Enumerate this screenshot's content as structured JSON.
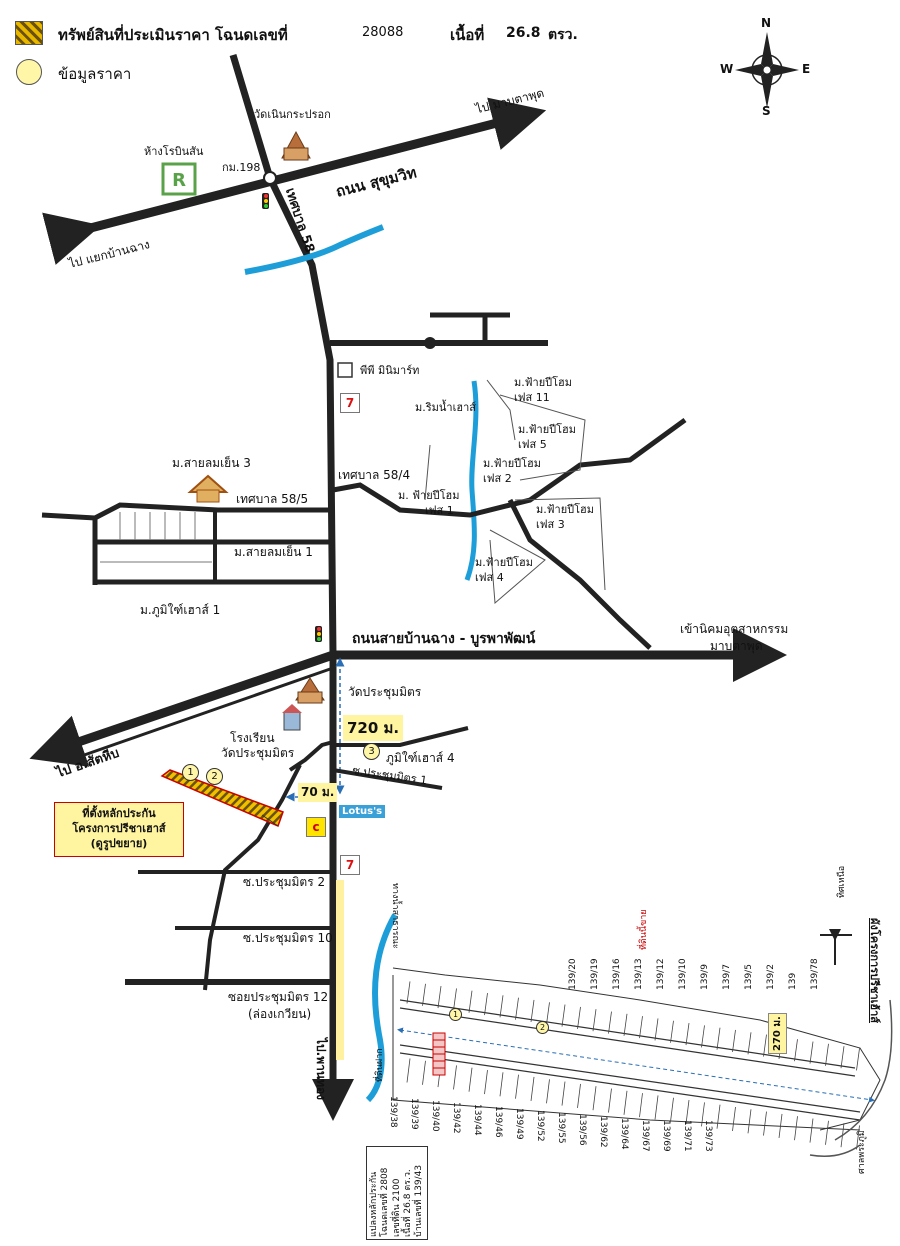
{
  "header": {
    "title_text": "ทรัพย์สินที่ประเมินราคา โฉนดเลขที่",
    "deed_no": "28088",
    "area_label": "เนื้อที่",
    "area_value": "26.8",
    "area_unit": "ตรว."
  },
  "legend": {
    "appraised_label": "ทรัพย์สินที่ประเมินราคา โฉนดเลขที่",
    "price_info_label": "ข้อมูลราคา"
  },
  "compass": {
    "n": "N",
    "s": "S",
    "e": "E",
    "w": "W"
  },
  "roads": {
    "sukhumvit": "ถนน สุขุมวิท",
    "to_map_ta_phut": "ไป มาบตาพุด",
    "to_yaek_ban_chang": "ไป แยกบ้านฉาง",
    "km198": "กม.198",
    "thesaban58": "เทศบาล 58",
    "thesaban58_4": "เทศบาล 58/4",
    "thesaban58_5": "เทศบาล 58/5",
    "ban_chang_burapha": "ถนนสายบ้านฉาง - บูรพาพัฒน์",
    "to_industrial": "เข้านิคมอุตสาหกรรม",
    "to_industrial_2": "มาบตาพุด",
    "to_amphoe": "ไป อ.สัตหีบ",
    "soi1": "ซ.ประชุมมิตร 1",
    "soi2": "ซ.ประชุมมิตร 2",
    "soi10": "ซ.ประชุมมิตร 10",
    "soi12": "ซอยประชุมมิตร 12",
    "soi12b": "(ล่องเกวียน)",
    "to_bottom": "ไป.พานทอง"
  },
  "places": {
    "robinson": "ห้างโรบินสัน",
    "wat_noen": "วัดเนินกระปรอก",
    "pp_minimart": "พีพี มินิมาร์ท",
    "rim_nam": "ม.ริมน้ำเฮาส์",
    "fai_11a": "ม.ฟ้ายปีโฮม",
    "fai_11b": "เฟส 11",
    "fai_5a": "ม.ฟ้ายปีโฮม",
    "fai_5b": "เฟส 5",
    "fai_2a": "ม.ฟ้ายปีโฮม",
    "fai_2b": "เฟส 2",
    "fai_1a": "ม. ฟ้ายปีโฮม",
    "fai_1b": "เฟส 1",
    "fai_3a": "ม.ฟ้ายปีโฮม",
    "fai_3b": "เฟส 3",
    "fai_4a": "ม.ฟ้ายปีโฮม",
    "fai_4b": "เฟส 4",
    "sailom3": "ม.สายลมเย็น 3",
    "sailom1": "ม.สายลมเย็น 1",
    "phum1": "ม.ภูมิใฑ์เฮาส์ 1",
    "wat_prachum": "วัดประชุมมิตร",
    "school_a": "โรงเรียน",
    "school_b": "วัดประชุมมิตร",
    "phum4": "ภูมิใฑ์เฮาส์ 4",
    "lotus": "Lotus's"
  },
  "markers": {
    "m1": "1",
    "m2": "2",
    "m3": "3"
  },
  "distances": {
    "d720": "720 ม.",
    "d70": "70 ม.",
    "d270": "270 ม."
  },
  "callout": {
    "line1": "ที่ตั้งหลักประกัน",
    "line2": "โครงการปรีชาเฮาส์",
    "line3": "(ดูรูปขยาย)"
  },
  "inset": {
    "title": "ผังโครงการปรีชาเฮ้าส์",
    "north": "ทิศเหนือ",
    "lots_top": [
      "139/20",
      "139/19",
      "139/16",
      "139/13",
      "139/12",
      "139/10",
      "139/9",
      "139/7",
      "139/5",
      "139/2",
      "139",
      "139/78"
    ],
    "lots_bottom": [
      "139/38",
      "139/39",
      "139/40",
      "139/42",
      "139/44",
      "139/46",
      "139/49",
      "139/52",
      "139/55",
      "139/56",
      "139/62",
      "139/64",
      "139/67",
      "139/69",
      "139/71",
      "139/73"
    ],
    "marker_text": "ที่ดินนี้ขาย",
    "left_label": "ทางน้ำสาธารณะ",
    "left_label2": "ที่ดินฝาก",
    "right_label": "ศาลพระภูมิ",
    "legend_line1": "แปลงหลักประกัน",
    "legend_line2": "โฉนดเลขที่ 2808",
    "legend_line3": "เลขที่ดิน 2100",
    "legend_line4": "เนื้อที่ 26.8 ตร.ว.",
    "legend_line5": "บ้านเลขที่ 139/43"
  }
}
